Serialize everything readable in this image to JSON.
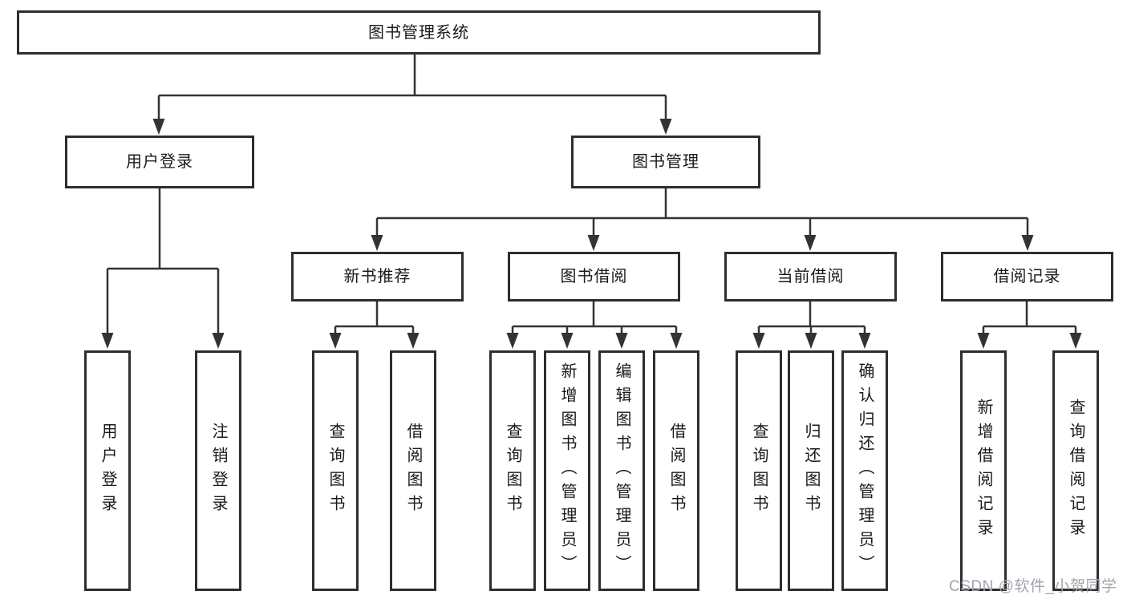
{
  "diagram": {
    "title": "图书管理系统",
    "branches": [
      {
        "label": "用户登录",
        "children": [
          "用户登录",
          "注销登录"
        ]
      },
      {
        "label": "图书管理",
        "groups": [
          {
            "label": "新书推荐",
            "children": [
              "查询图书",
              "借阅图书"
            ]
          },
          {
            "label": "图书借阅",
            "children": [
              "查询图书",
              "新增图书（管理员）",
              "编辑图书（管理员）",
              "借阅图书"
            ]
          },
          {
            "label": "当前借阅",
            "children": [
              "查询图书",
              "归还图书",
              "确认归还（管理员）"
            ]
          },
          {
            "label": "借阅记录",
            "children": [
              "新增借阅记录",
              "查询借阅记录"
            ]
          }
        ]
      }
    ]
  },
  "watermark": {
    "text": "CSDN @软件_小贺同学"
  },
  "colors": {
    "line": "#333333",
    "box_border": "#2e2e2e",
    "box_background": "#ffffff",
    "text": "#1a1a1a",
    "watermark": "#a3a3ad",
    "page_background": "#ffffff"
  }
}
